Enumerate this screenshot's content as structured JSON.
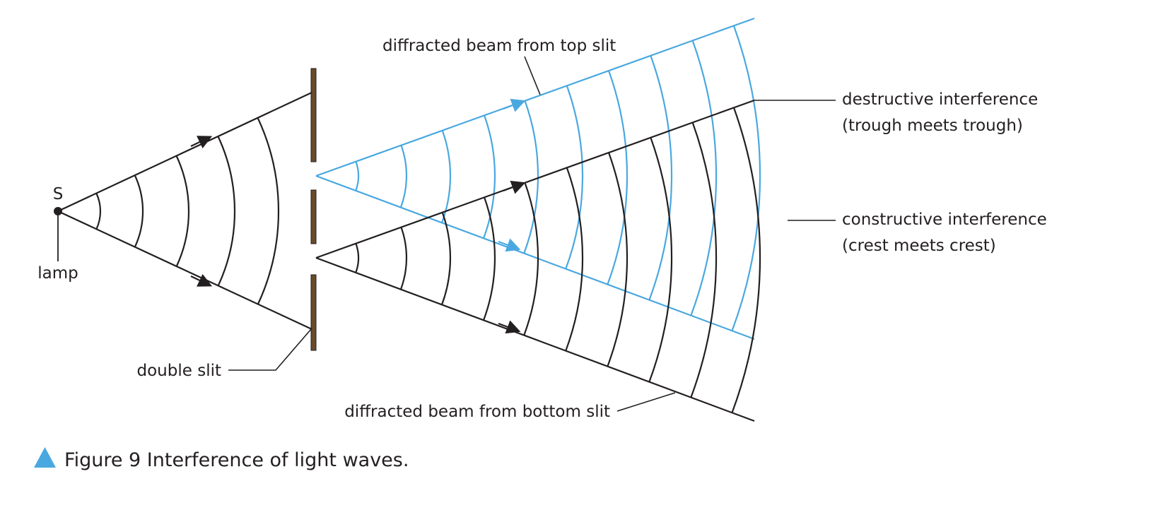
{
  "labels": {
    "source": "S",
    "lamp": "lamp",
    "double_slit": "double slit",
    "top_beam": "diffracted beam from top slit",
    "bottom_beam": "diffracted beam from bottom slit",
    "destructive_line1": "destructive interference",
    "destructive_line2": "(trough meets trough)",
    "constructive_line1": "constructive interference",
    "constructive_line2": "(crest meets crest)"
  },
  "caption": "Figure 9 Interference of light waves.",
  "colors": {
    "ink": "#231f20",
    "blue": "#4aa8e0",
    "slit": "#6b4a2b",
    "caption_marker": "#4aa8e0"
  },
  "icons": {
    "caption_marker": "triangle-marker-icon"
  }
}
